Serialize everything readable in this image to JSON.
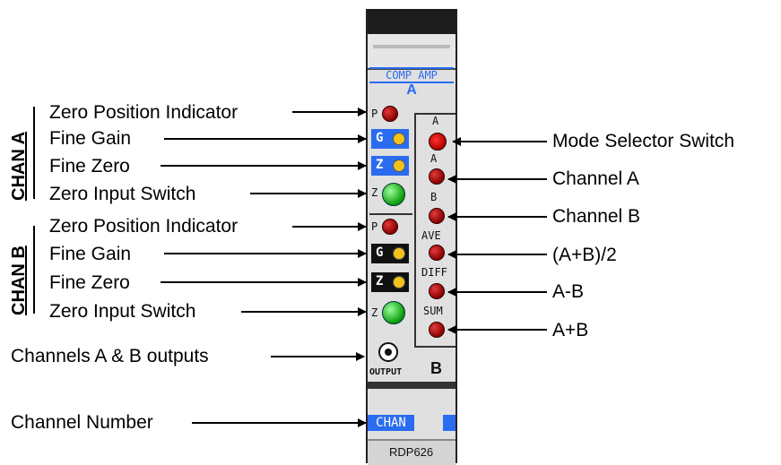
{
  "module": {
    "title": "COMP AMP",
    "channel_letter_top": "A",
    "bottom_letter": "B",
    "output_label": "OUTPUT",
    "chan_label": "CHAN",
    "model": "RDP626",
    "chan_a_rows": {
      "p": "P",
      "g": "G",
      "z": "Z",
      "zsw": "Z"
    },
    "chan_b_rows": {
      "p": "P",
      "g": "G",
      "z": "Z",
      "zsw": "Z"
    },
    "mode_labels": {
      "a_top": "A",
      "a": "A",
      "b": "B",
      "ave": "AVE",
      "diff": "DIFF",
      "sum": "SUM"
    },
    "colors": {
      "accent_blue": "#2a6cf0",
      "led_red": "#a00000",
      "led_green": "#1aa01a",
      "knob_yellow": "#f3c21a"
    }
  },
  "left_labels": {
    "chan_a": "CHAN A",
    "chan_b": "CHAN B",
    "a_items": [
      "Zero Position Indicator",
      "Fine Gain",
      "Fine Zero",
      "Zero Input Switch"
    ],
    "b_items": [
      "Zero Position Indicator",
      "Fine Gain",
      "Fine Zero",
      "Zero Input Switch"
    ],
    "outputs": "Channels A & B outputs",
    "channel_number": "Channel Number"
  },
  "right_labels": [
    "Mode Selector Switch",
    "Channel A",
    "Channel B",
    "(A+B)/2",
    "A-B",
    "A+B"
  ]
}
